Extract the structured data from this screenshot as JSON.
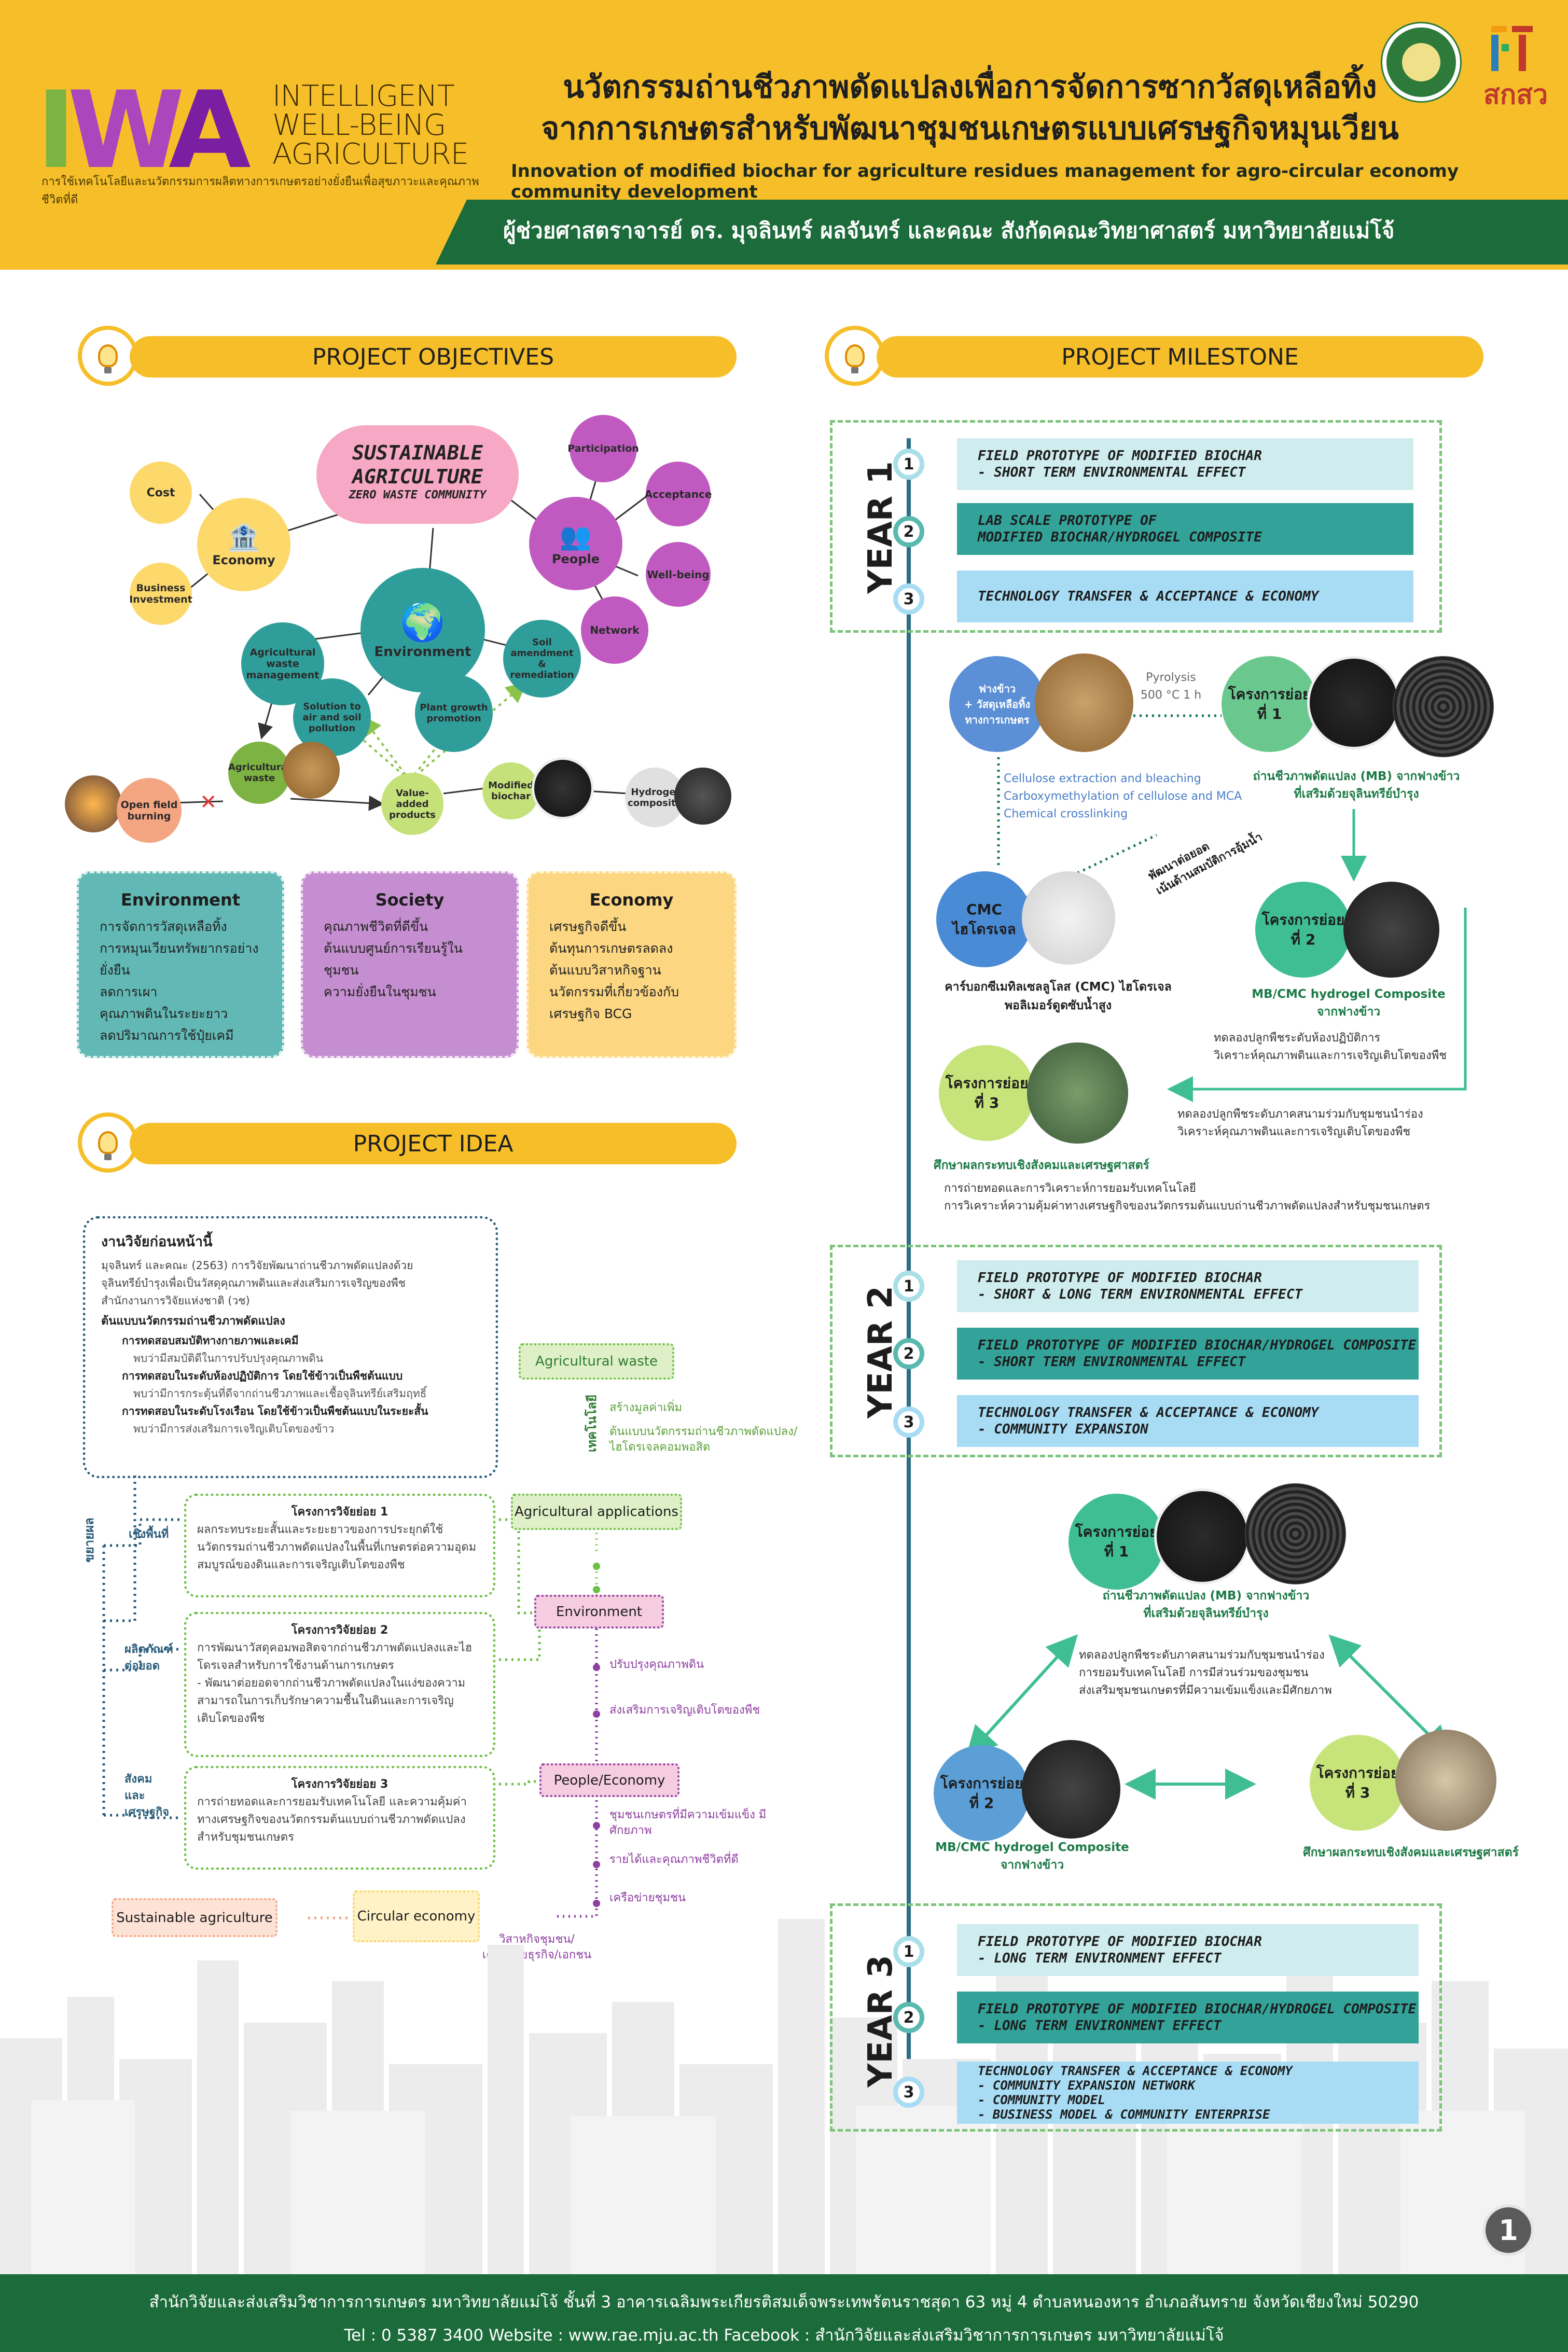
{
  "header": {
    "logo_letters": "IWA",
    "logo_words": [
      "INTELLIGENT",
      "WELL-BEING",
      "AGRICULTURE"
    ],
    "logo_subtitle": "การใช้เทคโนโลยีและนวัตกรรมการผลิตทางการเกษตรอย่างยั่งยืนเพื่อสุขภาวะและคุณภาพชีวิตที่ดี",
    "title_th_line1": "นวัตกรรมถ่านชีวภาพดัดแปลงเพื่อการจัดการซากวัสดุเหลือทิ้ง",
    "title_th_line2": "จากการเกษตรสำหรับพัฒนาชุมชนเกษตรแบบเศรษฐกิจหมุนเวียน",
    "title_en": "Innovation of modified biochar for agriculture residues management for agro-circular economy community development",
    "author": "ผู้ช่วยศาสตราจารย์ ดร. มุจลินทร์ ผลจันทร์ และคณะ     สังกัดคณะวิทยาศาสตร์ มหาวิทยาลัยแม่โจ้",
    "sakaw_label": "สกสว",
    "colors": {
      "gold": "#f6bf2a",
      "green": "#1c6b3a"
    }
  },
  "objectives": {
    "title": "PROJECT OBJECTIVES",
    "center_title": [
      "SUSTAINABLE",
      "AGRICULTURE",
      "ZERO WASTE COMMUNITY"
    ],
    "nodes": {
      "economy": "Economy",
      "cost": "Cost",
      "business": "Business Investment",
      "people": "People",
      "participation": "Participation",
      "acceptance": "Acceptance",
      "wellbeing": "Well-being",
      "network": "Network",
      "environment": "Environment",
      "agri_waste_mgmt": "Agricultural waste management",
      "solution": "Solution to air and soil pollution",
      "plant_growth": "Plant growth promotion",
      "soil": "Soil amendment & remediation",
      "agri_waste": "Agricultural waste",
      "open_field": "Open field burning",
      "value_added": "Value-added products",
      "modified_biochar": "Modified biochar",
      "hydrogel": "Hydrogel composite"
    },
    "boxes": [
      {
        "title": "Environment",
        "items": [
          "การจัดการวัสดุเหลือทิ้ง",
          "การหมุนเวียนทรัพยากรอย่างยั่งยืน",
          "ลดการเผา",
          "คุณภาพดินในระยะยาว",
          "ลดปริมาณการใช้ปุ๋ยเคมี"
        ]
      },
      {
        "title": "Society",
        "items": [
          "คุณภาพชีวิตที่ดีขึ้น",
          "ต้นแบบศูนย์การเรียนรู้ในชุมชน",
          "ความยั่งยืนในชุมชน"
        ]
      },
      {
        "title": "Economy",
        "items": [
          "เศรษฐกิจดีขึ้น",
          "ต้นทุนการเกษตรลดลง",
          "ต้นแบบวิสาหกิจฐานนวัตกรรมที่เกี่ยวข้องกับเศรษฐกิจ BCG"
        ]
      }
    ]
  },
  "idea": {
    "title": "PROJECT IDEA",
    "prev_title": "งานวิจัยก่อนหน้านี้",
    "prev_desc": [
      "มุจลินทร์ และคณะ (2563) การวิจัยพัฒนาถ่านชีวภาพดัดแปลงด้วย",
      "จุลินทรีย์บำรุงเพื่อเป็นวัสดุคุณภาพดินและส่งเสริมการเจริญของพืช",
      "สำนักงานการวิจัยแห่งชาติ (วช)"
    ],
    "prev_sub": "ต้นแบบนวัตกรรมถ่านชีวภาพดัดแปลง",
    "prev_items": [
      {
        "head": "การทดสอบสมบัติทางกายภาพและเคมี",
        "desc": "พบว่ามีสมบัติดีในการปรับปรุงคุณภาพดิน"
      },
      {
        "head": "การทดสอบในระดับห้องปฏิบัติการ โดยใช้ข้าวเป็นพืชต้นแบบ",
        "desc": "พบว่ามีการกระตุ้นที่ดีจากถ่านชีวภาพและเชื้อจุลินทรีย์เสริมฤทธิ์"
      },
      {
        "head": "การทดสอบในระดับโรงเรือน โดยใช้ข้าวเป็นพืชต้นแบบในระยะสั้น",
        "desc": "พบว่ามีการส่งเสริมการเจริญเติบโตของข้าว"
      }
    ],
    "side_expand": "ขยายผล",
    "side_area": "เชิงพื้นที่",
    "side_product": "ผลิตภัณฑ์ต่อยอด",
    "side_social": "สังคมและเศรษฐกิจ",
    "sub1_title": "โครงการวิจัยย่อย 1",
    "sub1_desc": "ผลกระทบระยะสั้นและระยะยาวของการประยุกต์ใช้นวัตกรรมถ่านชีวภาพดัดแปลงในพื้นที่เกษตรต่อความอุดมสมบูรณ์ของดินและการเจริญเติบโตของพืช",
    "sub2_title": "โครงการวิจัยย่อย 2",
    "sub2_desc": [
      "การพัฒนาวัสดุคอมพอสิตจากถ่านชีวภาพดัดแปลงและไฮโดรเจลสำหรับการใช้งานด้านการเกษตร",
      "- พัฒนาต่อยอดจากถ่านชีวภาพดัดแปลงในแง่ของความสามารถในการเก็บรักษาความชื้นในดินและการเจริญเติบโตของพืช"
    ],
    "sub3_title": "โครงการวิจัยย่อย 3",
    "sub3_desc": "การถ่ายทอดและการยอมรับเทคโนโลยี และความคุ้มค่าทางเศรษฐกิจของนวัตกรรมต้นแบบถ่านชีวภาพดัดแปลงสำหรับชุมชนเกษตร",
    "tech_label": "เทคโนโลยี",
    "agri_waste": "Agricultural waste",
    "aw_items": [
      "สร้างมูลค่าเพิ่ม",
      "ต้นแบบนวัตกรรมถ่านชีวภาพดัดแปลง/ไฮโดรเจลคอมพอสิต"
    ],
    "agri_app": "Agricultural applications",
    "environment": "Environment",
    "env_items": [
      "ปรับปรุงคุณภาพดิน",
      "ส่งเสริมการเจริญเติบโตของพืช"
    ],
    "people_eco": "People/Economy",
    "pe_items": [
      "ชุมชนเกษตรที่มีความเข้มแข็ง มีศักยภาพ",
      "รายได้และคุณภาพชีวิตที่ดี",
      "เครือข่ายชุมชน"
    ],
    "sustainable": "Sustainable agriculture",
    "circular": "Circular economy",
    "circular_note": [
      "วิสาหกิจชุมชน/",
      "เครือข่ายธุรกิจ/เอกชน"
    ]
  },
  "milestone": {
    "title": "PROJECT MILESTONE",
    "years": [
      {
        "label": "YEAR 1",
        "items": [
          "FIELD PROTOTYPE OF MODIFIED BIOCHAR\n- SHORT TERM ENVIRONMENTAL EFFECT",
          "LAB SCALE PROTOTYPE OF\nMODIFIED BIOCHAR/HYDROGEL COMPOSITE",
          "TECHNOLOGY TRANSFER & ACCEPTANCE & ECONOMY"
        ]
      },
      {
        "label": "YEAR 2",
        "items": [
          "FIELD PROTOTYPE OF MODIFIED BIOCHAR\n- SHORT & LONG TERM ENVIRONMENTAL EFFECT",
          "FIELD PROTOTYPE OF MODIFIED BIOCHAR/HYDROGEL COMPOSITE\n- SHORT TERM ENVIRONMENTAL EFFECT",
          "TECHNOLOGY TRANSFER & ACCEPTANCE & ECONOMY\n- COMMUNITY EXPANSION"
        ]
      },
      {
        "label": "YEAR 3",
        "items": [
          "FIELD PROTOTYPE OF MODIFIED BIOCHAR\n- LONG TERM ENVIRONMENT EFFECT",
          "FIELD PROTOTYPE OF MODIFIED BIOCHAR/HYDROGEL COMPOSITE\n- LONG TERM ENVIRONMENT EFFECT",
          "TECHNOLOGY TRANSFER & ACCEPTANCE & ECONOMY\n- COMMUNITY EXPANSION NETWORK\n- COMMUNITY MODEL\n- BUSINESS MODEL & COMMUNITY ENTERPRISE"
        ]
      }
    ],
    "y1": {
      "rice_straw": "ฟางข้าว\n+ วัสดุเหลือทิ้งทางการเกษตร",
      "pyrolysis": "Pyrolysis\n500 °C 1 h",
      "sub1": "โครงการย่อย\nที่ 1",
      "mb_caption": "ถ่านชีวภาพดัดแปลง (MB) จากฟางข้าว\nที่เสริมด้วยจุลินทรีย์บำรุง",
      "steps": [
        "Cellulose extraction and bleaching",
        "Carboxymethylation of cellulose and MCA",
        "Chemical crosslinking"
      ],
      "cmc": "CMC\nไฮโดรเจล",
      "cmc_caption": "คาร์บอกซีเมทิลเซลลูโลส (CMC) ไฮโดรเจล\nพอลิเมอร์ดูดซับน้ำสูง",
      "diag_label": "พัฒนาต่อยอด\nเน้นด้านสมบัติการอุ้มน้ำ",
      "sub2": "โครงการย่อย\nที่ 2",
      "sub2_caption": "MB/CMC hydrogel Composite\nจากฟางข้าว",
      "sub2_items": [
        "ทดลองปลูกพืชระดับห้องปฏิบัติการ",
        "วิเคราะห์คุณภาพดินและการเจริญเติบโตของพืช"
      ],
      "sub3": "โครงการย่อย\nที่ 3",
      "field_items": [
        "ทดลองปลูกพืชระดับภาคสนามร่วมกับชุมชนนำร่อง",
        "วิเคราะห์คุณภาพดินและการเจริญเติบโตของพืช"
      ],
      "sub3_caption": "ศึกษาผลกระทบเชิงสังคมและเศรษฐศาสตร์",
      "sub3_items": [
        "การถ่ายทอดและการวิเคราะห์การยอมรับเทคโนโลยี",
        "การวิเคราะห์ความคุ้มค่าทางเศรษฐกิจของนวัตกรรมต้นแบบถ่านชีวภาพดัดแปลงสำหรับชุมชนเกษตร"
      ]
    },
    "y2": {
      "sub1": "โครงการย่อย\nที่ 1",
      "sub1_caption": "ถ่านชีวภาพดัดแปลง (MB) จากฟางข้าว\nที่เสริมด้วยจุลินทรีย์บำรุง",
      "items": [
        "ทดลองปลูกพืชระดับภาคสนามร่วมกับชุมชนนำร่อง",
        "การยอมรับเทคโนโลยี การมีส่วนร่วมของชุมชน",
        "ส่งเสริมชุมชนเกษตรที่มีความเข้มแข็งและมีศักยภาพ"
      ],
      "sub2": "โครงการย่อย\nที่ 2",
      "sub2_caption": "MB/CMC hydrogel Composite\nจากฟางข้าว",
      "sub3": "โครงการย่อย\nที่ 3",
      "sub3_caption": "ศึกษาผลกระทบเชิงสังคมและเศรษฐศาสตร์"
    }
  },
  "footer": {
    "line1": "สำนักวิจัยและส่งเสริมวิชาการการเกษตร มหาวิทยาลัยแม่โจ้ ชั้นที่ 3 อาคารเฉลิมพระเกียรติสมเด็จพระเทพรัตนราชสุดา 63 หมู่ 4 ตำบลหนองหาร อำเภอสันทราย จังหวัดเชียงใหม่ 50290",
    "line2": "Tel : 0 5387 3400   Website : www.rae.mju.ac.th   Facebook : สำนักวิจัยและส่งเสริมวิชาการการเกษตร มหาวิทยาลัยแม่โจ้",
    "page": "1"
  }
}
